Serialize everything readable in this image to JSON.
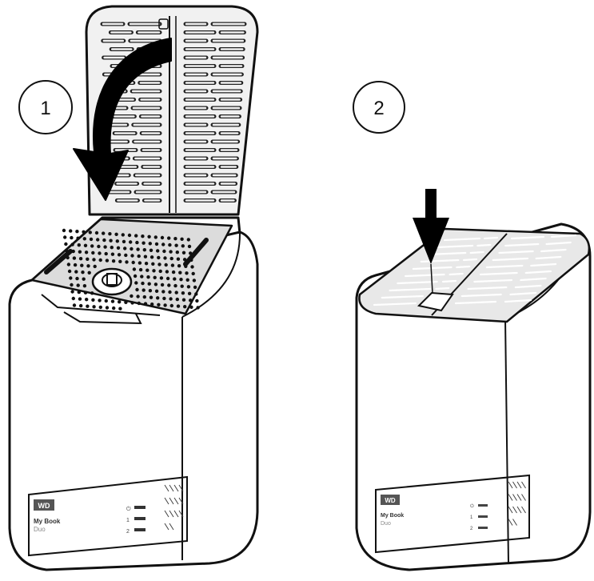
{
  "steps": [
    {
      "number": "1"
    },
    {
      "number": "2"
    }
  ],
  "device": {
    "logo": "WD",
    "brand": "My Book",
    "model": "Duo",
    "leds": [
      "⏻",
      "1",
      "2"
    ]
  },
  "colors": {
    "line": "#111111",
    "body": "#ffffff",
    "top_panel": "#e8e8e8",
    "arrow": "#000000",
    "logo_badge": "#555555"
  }
}
